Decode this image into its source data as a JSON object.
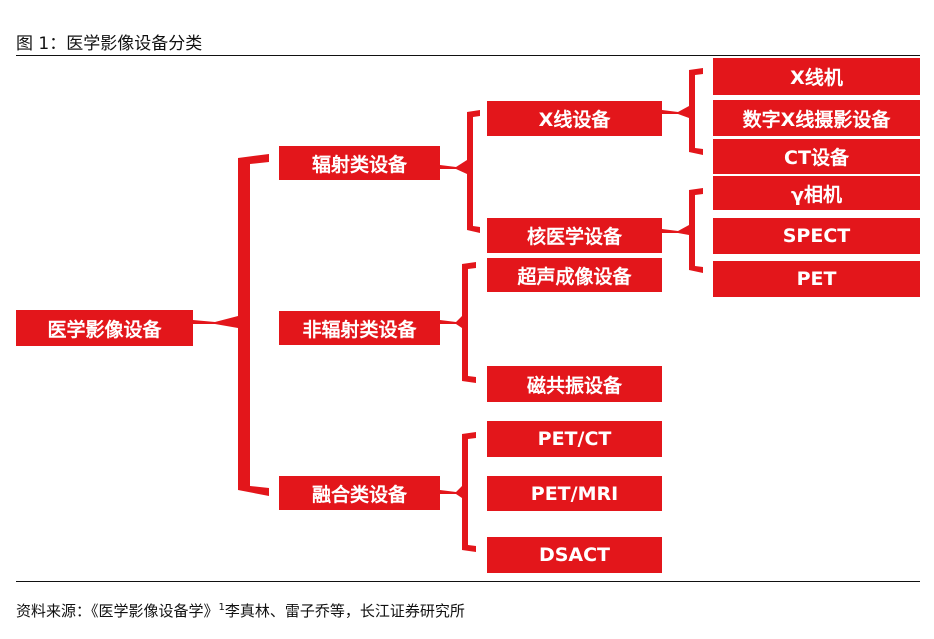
{
  "figure": {
    "title": "图 1：医学影像设备分类",
    "source_prefix": "资料来源：《医学影像设备学》",
    "source_sup": "1",
    "source_suffix": "李真林、雷子乔等，长江证券研究所"
  },
  "colors": {
    "node_fill": "#e3161b",
    "node_text": "#ffffff",
    "rule": "#111111"
  },
  "nodes": {
    "root": "医学影像设备",
    "radiation": "辐射类设备",
    "non_radiation": "非辐射类设备",
    "fusion": "融合类设备",
    "xray": "X线设备",
    "nuclear": "核医学设备",
    "ultrasound": "超声成像设备",
    "mri": "磁共振设备",
    "pet_ct": "PET/CT",
    "pet_mri": "PET/MRI",
    "dsact": "DSACT",
    "xray_machine": "X线机",
    "digital_xray": "数字X线摄影设备",
    "ct": "CT设备",
    "gamma_camera": "γ相机",
    "spect": "SPECT",
    "pet": "PET"
  }
}
